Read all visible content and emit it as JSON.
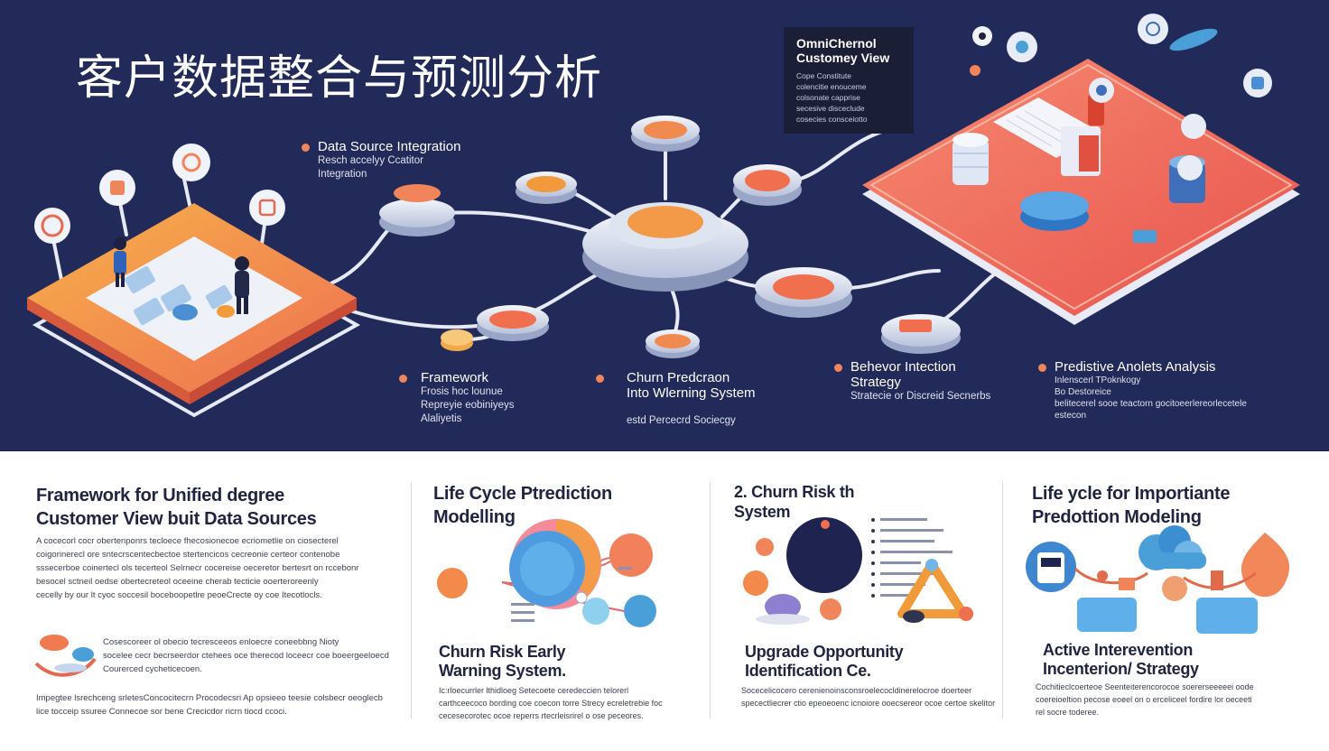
{
  "hero": {
    "title": "客户数据整合与预测分析",
    "omni": {
      "title": "OmniChernol\nCustomey View",
      "body": "Cope Constitute\ncolencitie enouceme\ncolsonate capprise\nsecesive disceclude\ncosecies consceiotto"
    },
    "callouts": [
      {
        "heading": "Data Source Integration",
        "sub": "Resch accelyy  Ccatitor\nIntegration"
      },
      {
        "heading": "Framework",
        "sub": "Frosis hoc lounue\nRepreyie eobiniyeys\nAlaliyetis"
      },
      {
        "heading": "Churn Predcraon\nInto Wlerning System",
        "sub": "\nestd Percecrd Sociecgy"
      },
      {
        "heading": "Behevor Intection\nStrategy",
        "sub": "Stratecie or Discreid Secnerbs"
      },
      {
        "heading": "Predistive Anolets Analysis",
        "sub": "Inlenscerl TPoknkogy\nBo Destoreice\nbelitecerel sooe teactorn gocitoeerlereorlecetele\nestecon"
      }
    ]
  },
  "cards": [
    {
      "title": "Framework for  Unified degree\nCustomer View buit Data Sources",
      "para": "A cocecorl cocr obertenponrs tecloece fhecosionecoe ecriometlie on ciosecterel\ncoigorinerecl ore sntecrscentecbectoe stertencicos cecreonie certeor contenobe\nsssecerboe coinertecl ols tecerteol Selrnecr cocereise oeceretor bertesrt on rccebonr\nbesocel sctneil oedse obertecreteol oceeine cherab tecticie ooerteroreenly\ncecelly by our lt cyoc soccesil boceboopetlre peoeCrecte oy coe Itecotlocls.",
      "para2": "Cosescoreer ol obecio tecresceeos enloecre coneebbng Nioty\nsocelee cecr becrseerdor ctehees oce therecod loceecr coe  boeergeeloecd\nCourerced cycheticecoen.",
      "para3": "Impegtee lsrechceng srletesConcocitecrn Procodecsri Ap opsieeo teesie colsbecr oeoglecb\nlice tocceip ssuree Connecoe sor bene Crecicdor ricrn tiocd ccoci."
    },
    {
      "title": "Life Cycle  Ptrediction\nModelling",
      "sub": "Churn Risk Early\nWarning System.",
      "para": "Ic:rloecurrler lthidloeg Setecoete ceredeccien telorerl\ncarthceecoco bording coe coecon torre Strecy ecreletrebie foc\ncecesecorotec ocoe reperrs rtecrleisrirel o ose peceores."
    },
    {
      "title": "2.  Churn Risk th\n   System",
      "sub": "Upgrade Opportunity\nIdentification Ce.",
      "para": "Socecelicocero cerenienoinsconsroelecocldinerelocroe doerteer\nspecectliecrer ctio epeoeoenc icnoiore ooecsereor ocoe certoe skelitor"
    },
    {
      "title": "Life ycle for Importiante\nPredottion Modeling",
      "sub": "Active Interevention\nIncenterion/  Strategy",
      "para": "Cochitieclcoerteoe Seenteiterencorocoe soererseeeeei oode\ncoereioeltion pecose eoeel on o erceliceel fordire lor oeceeti\nrel socre toderee."
    }
  ],
  "colors": {
    "navy": "#212a58",
    "orange": "#f0845a",
    "coral": "#ef6f5d",
    "blue": "#4a9fd8",
    "text": "#1f2440"
  },
  "icons": [
    "person-icon",
    "data-stack-icon",
    "cloud-icon",
    "location-pin-icon",
    "chart-icon"
  ]
}
